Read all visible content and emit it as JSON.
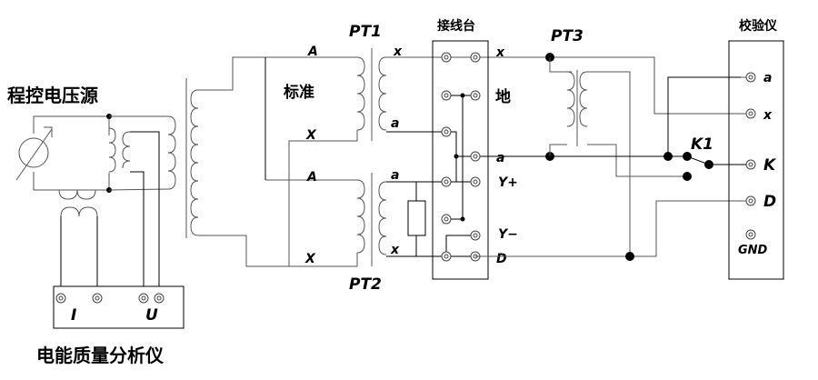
{
  "labels": {
    "source_title": "程控电压源",
    "analyzer_title": "电能质量分析仪",
    "analyzer_terminal_i": "I",
    "analyzer_terminal_u": "U",
    "pt1": "PT1",
    "pt2": "PT2",
    "pt3": "PT3",
    "standard": "标准",
    "pt1_primary_a": "A",
    "pt1_primary_x": "X",
    "pt1_secondary_x": "x",
    "pt1_secondary_a": "a",
    "pt2_primary_a": "A",
    "pt2_primary_x": "X",
    "pt2_secondary_a": "a",
    "pt2_secondary_x": "x",
    "terminal_block_title": "接线台",
    "terminal_rows": [
      "x",
      "地",
      "a",
      "Y+",
      "Y−",
      "D"
    ],
    "switch": "K1",
    "calibrator_title": "校验仪",
    "calibrator_terminals": [
      "a",
      "x",
      "K",
      "D",
      "GND"
    ]
  }
}
